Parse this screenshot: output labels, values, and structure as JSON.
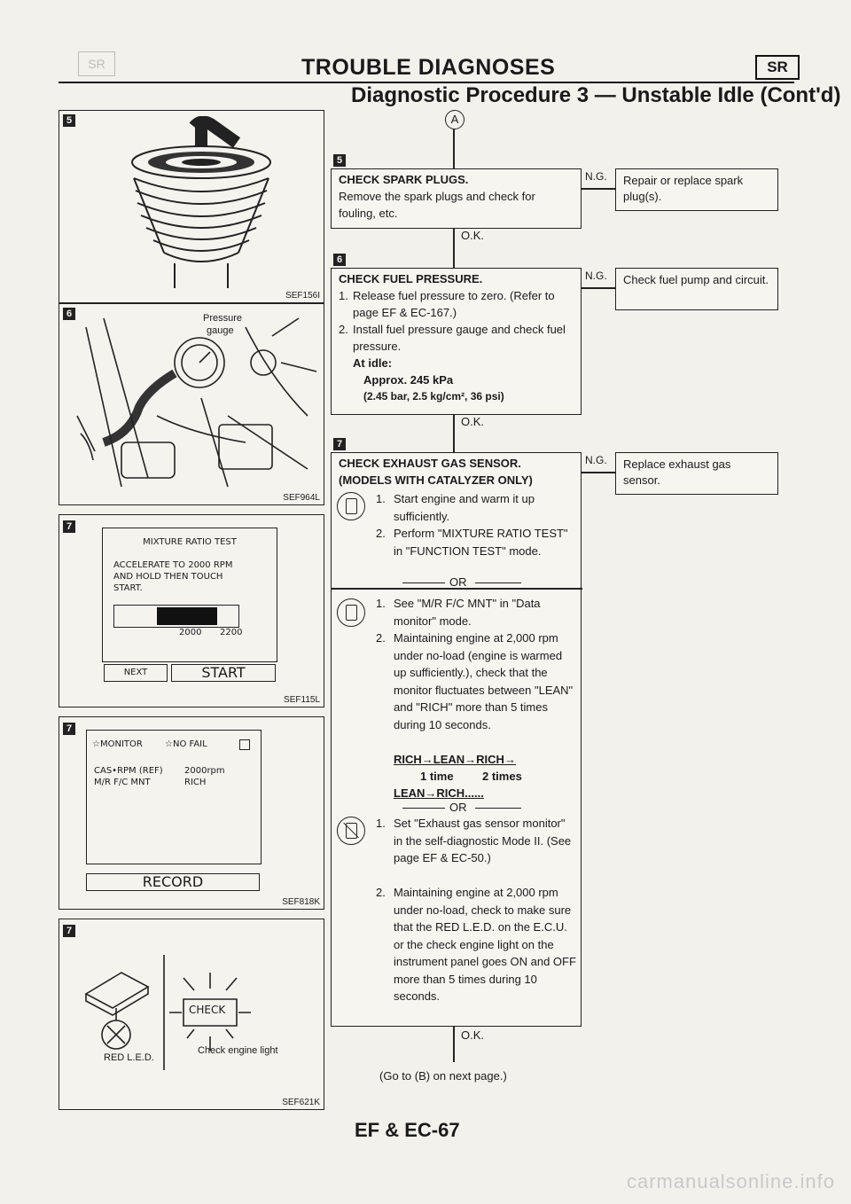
{
  "header": {
    "title": "TROUBLE DIAGNOSES",
    "tag": "SR",
    "subtitle": "Diagnostic Procedure 3 — Unstable Idle (Cont'd)"
  },
  "figures": {
    "fig5": {
      "badge": "5",
      "id": "SEF156I"
    },
    "fig6": {
      "badge": "6",
      "id": "SEF964L",
      "label1": "Pressure",
      "label2": "gauge"
    },
    "fig7a": {
      "badge": "7",
      "id": "SEF115L",
      "screen_title": "MIXTURE RATIO TEST",
      "screen_line1": "ACCELERATE TO 2000 RPM",
      "screen_line2": "AND HOLD THEN TOUCH",
      "screen_line3": "START.",
      "tick1": "2000",
      "tick2": "2200",
      "btn_next": "NEXT",
      "btn_start": "START"
    },
    "fig7b": {
      "badge": "7",
      "id": "SEF818K",
      "monitor": "MONITOR",
      "nofail": "NO FAIL",
      "row1_label": "CAS•RPM (REF)",
      "row1_value": "2000rpm",
      "row2_label": "M/R F/C MNT",
      "row2_value": "RICH",
      "btn_record": "RECORD"
    },
    "fig7c": {
      "badge": "7",
      "id": "SEF621K",
      "red_led": "RED L.E.D.",
      "check_light": "Check engine light",
      "check": "CHECK"
    }
  },
  "flow": {
    "start_marker": "A",
    "step5": {
      "badge": "5",
      "title": "CHECK SPARK PLUGS.",
      "body": "Remove the spark plugs and check for fouling, etc.",
      "ng": "N.G.",
      "result": "Repair or replace spark plug(s).",
      "ok": "O.K."
    },
    "step6": {
      "badge": "6",
      "title": "CHECK FUEL PRESSURE.",
      "item1": "Release fuel pressure to zero. (Refer to page EF & EC-167.)",
      "item2": "Install fuel pressure gauge and check fuel pressure.",
      "idle": "At idle:",
      "approx": "Approx. 245 kPa",
      "units": "(2.45 bar, 2.5 kg/cm², 36 psi)",
      "ng": "N.G.",
      "result": "Check fuel pump and circuit.",
      "ok": "O.K."
    },
    "step7": {
      "badge": "7",
      "title": "CHECK EXHAUST GAS SENSOR.",
      "subtitle": "(MODELS WITH CATALYZER ONLY)",
      "a1": "Start engine and warm it up sufficiently.",
      "a2": "Perform \"MIXTURE RATIO TEST\" in \"FUNCTION TEST\" mode.",
      "or": "OR",
      "b1": "See \"M/R F/C MNT\" in \"Data monitor\" mode.",
      "b2": "Maintaining engine at 2,000 rpm under no-load (engine is warmed up sufficiently.), check that the monitor fluctuates between \"LEAN\" and \"RICH\" more than 5 times during 10 seconds.",
      "cycle1": "RICH→LEAN→RICH→",
      "cycle_t1": "1 time",
      "cycle_t2": "2 times",
      "cycle2": "LEAN→RICH......",
      "c1": "Set \"Exhaust gas sensor monitor\" in the self-diagnostic Mode II. (See page EF & EC-50.)",
      "c2": "Maintaining engine at 2,000 rpm under no-load, check to make sure that the RED L.E.D. on the E.C.U. or the check engine light on the instrument panel goes ON and OFF more than 5 times during 10 seconds.",
      "ng": "N.G.",
      "result": "Replace exhaust gas sensor.",
      "ok": "O.K."
    },
    "goto": "(Go to (B) on next page.)"
  },
  "footer": {
    "page": "EF & EC-67"
  },
  "watermark": "carmanualsonline.info"
}
